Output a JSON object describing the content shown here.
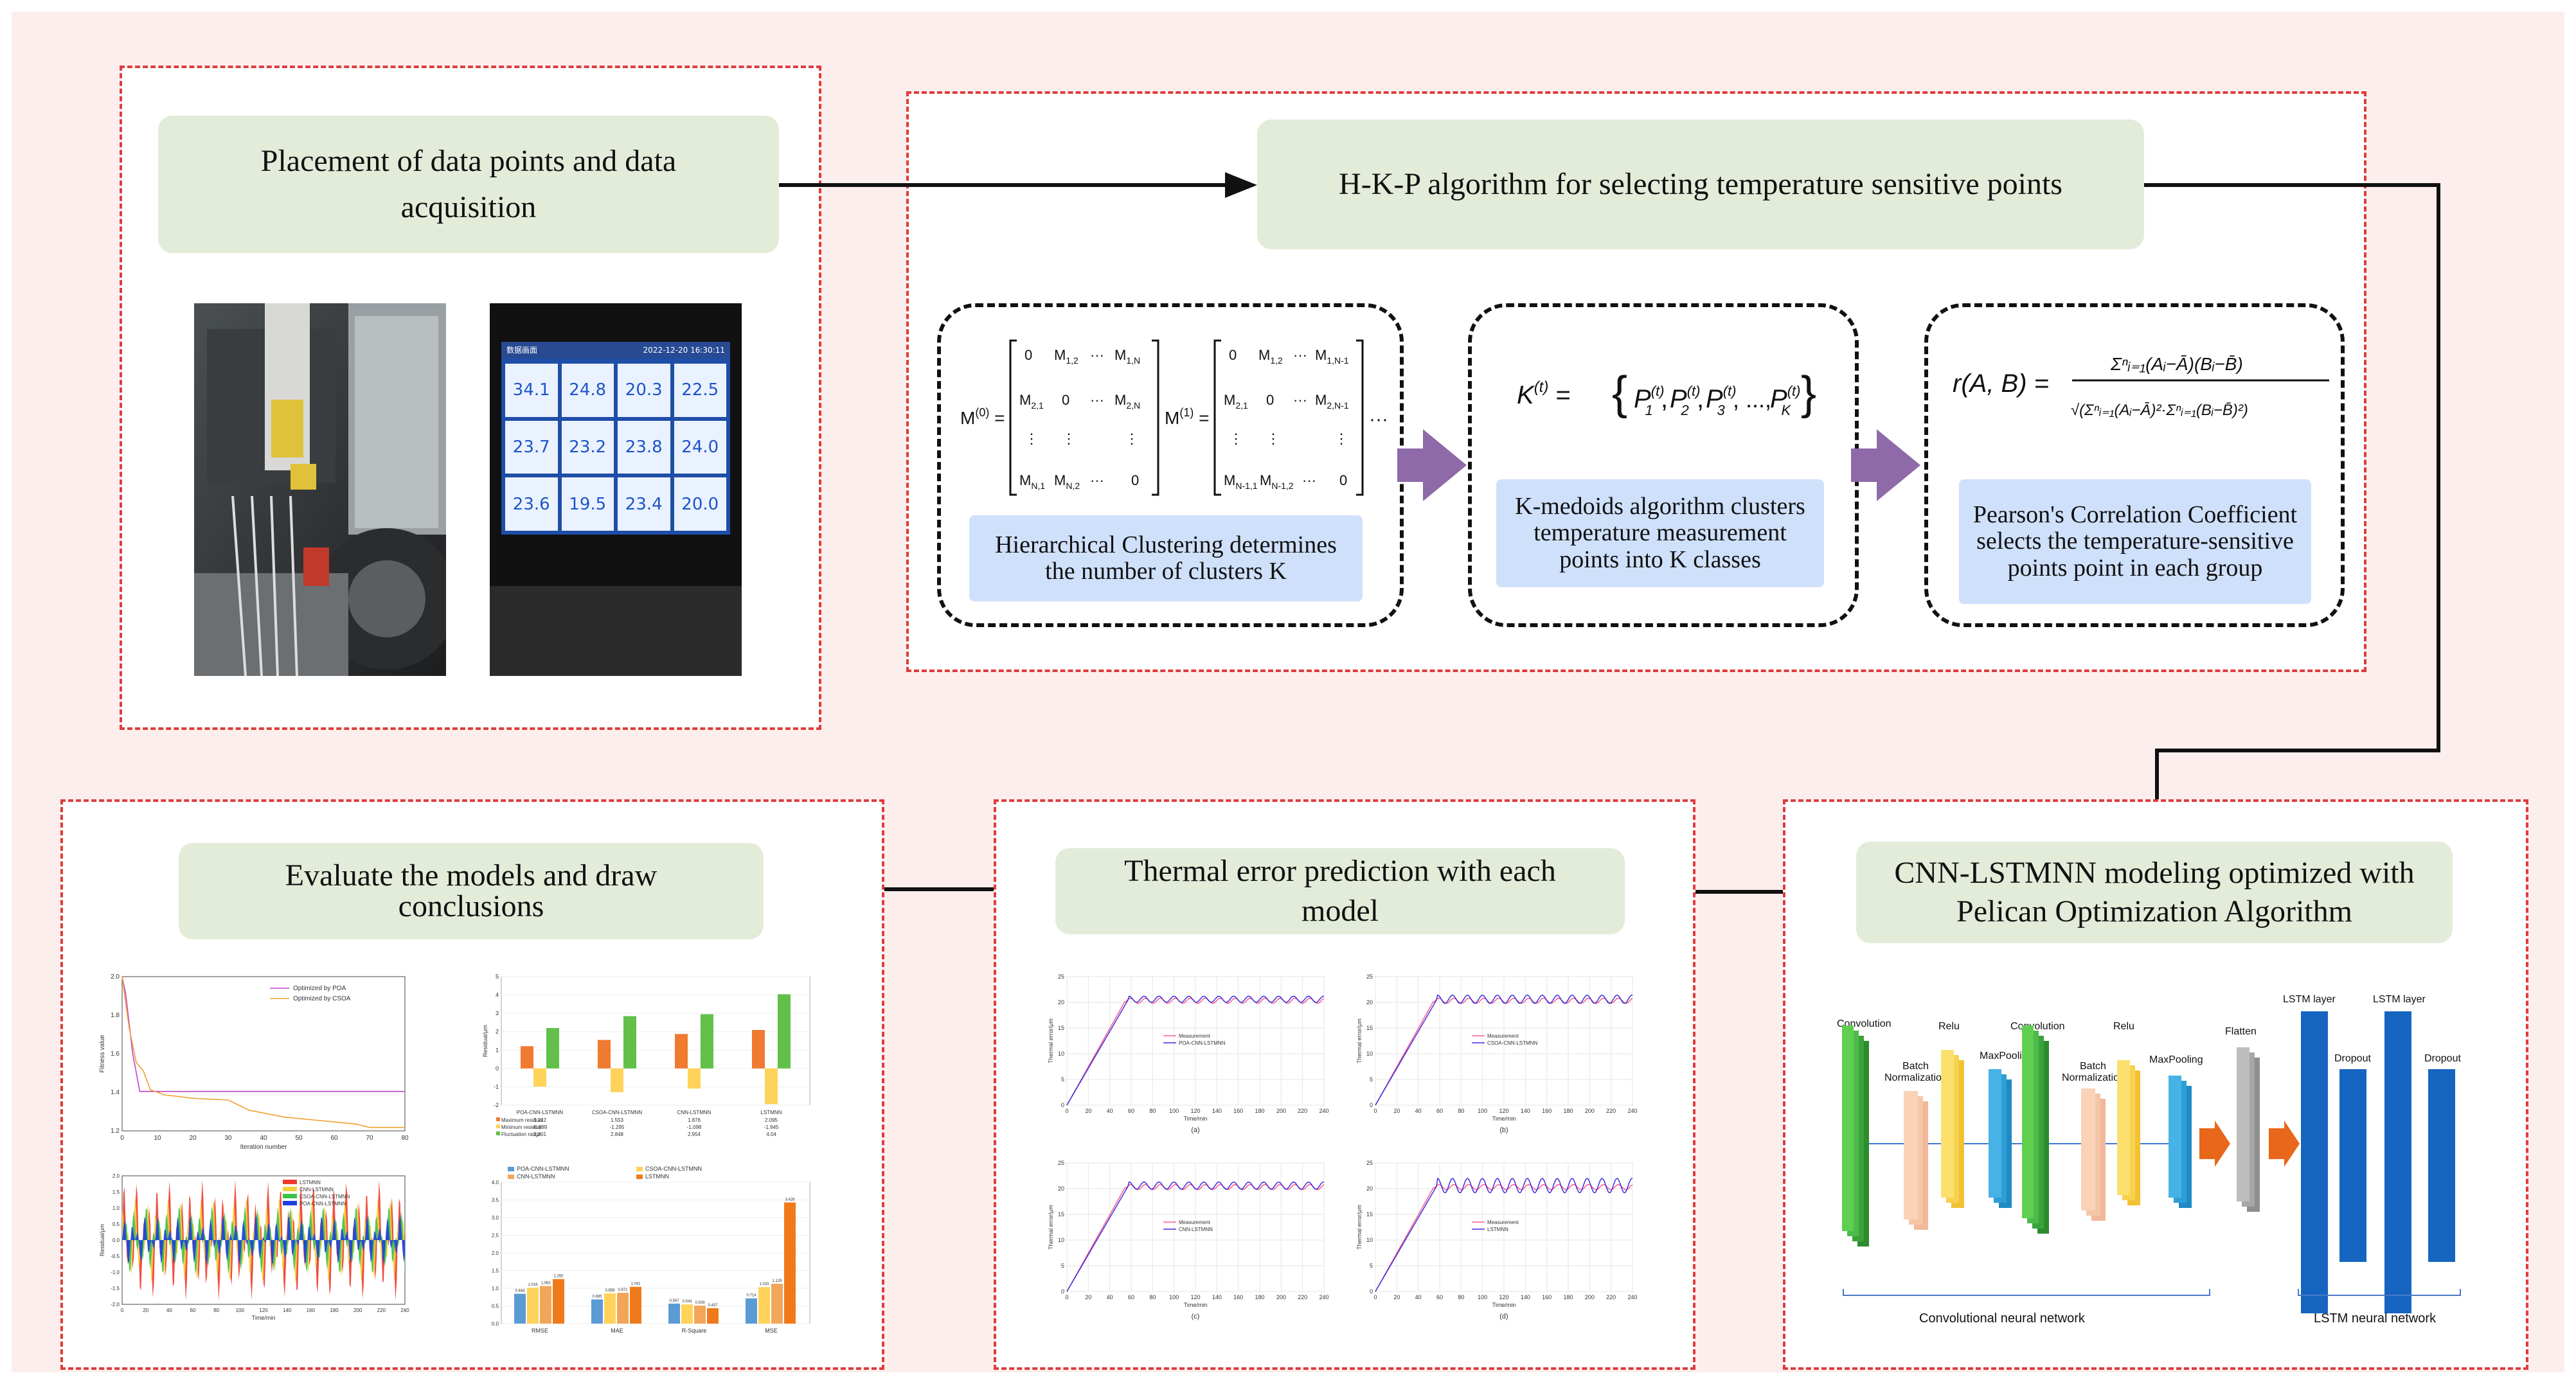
{
  "stage1": {
    "title_line1": "Placement of data points and data",
    "title_line2": "acquisition",
    "screen": {
      "header_left": "数据画面",
      "header_right": "2022-12-20 16:30:11",
      "readings": [
        "34.1",
        "24.8",
        "20.3",
        "22.5",
        "23.7",
        "23.2",
        "23.8",
        "24.0",
        "23.6",
        "19.5",
        "23.4",
        "20.0"
      ]
    }
  },
  "stage2": {
    "title": "H-K-P algorithm for selecting temperature sensitive points",
    "hierarchical": {
      "m0_label": "M",
      "m0_sup": "(0)",
      "m1_sup": "(1)",
      "ellipsis": "···",
      "caption": "Hierarchical Clustering determines the number of clusters K"
    },
    "kmedoids": {
      "formula": "K(t) = {P1(t), P2(t), P3(t), ..., PK(t)}",
      "caption": "K-medoids algorithm clusters temperature measurement points into K classes"
    },
    "pearson": {
      "lhs": "r(A, B) =",
      "numerator": "Σⁿᵢ₌₁(Aᵢ−Ā)(Bᵢ−B̄)",
      "denominator": "√(Σⁿᵢ₌₁(Aᵢ−Ā)²·Σⁿᵢ₌₁(Bᵢ−B̄)²)",
      "caption": "Pearson's Correlation Coefficient selects the temperature-sensitive points point in each group"
    }
  },
  "stage3": {
    "title_line1": "CNN-LSTMNN modeling optimized with",
    "title_line2": "Pelican Optimization Algorithm",
    "layers": {
      "conv1": "Convolution",
      "relu1": "Relu",
      "bn1_line1": "Batch",
      "bn1_line2": "Normalization",
      "pool1": "MaxPooling",
      "conv2": "Convolution",
      "relu2": "Relu",
      "bn2_line1": "Batch",
      "bn2_line2": "Normalization",
      "pool2": "MaxPooling",
      "flatten": "Flatten",
      "lstm1": "LSTM layer",
      "dropout1": "Dropout",
      "lstm2": "LSTM layer",
      "dropout2": "Dropout"
    },
    "cnn_label": "Convolutional neural network",
    "lstm_label": "LSTM neural network"
  },
  "stage4": {
    "title_line1": "Thermal error prediction with each",
    "title_line2": "model",
    "xlabel": "Time/min",
    "ylabel": "Thermal error/μm",
    "x_ticks": [
      "0",
      "20",
      "40",
      "60",
      "80",
      "100",
      "120",
      "140",
      "160",
      "180",
      "200",
      "220",
      "240"
    ],
    "y_ticks": [
      "0",
      "5",
      "10",
      "15",
      "20",
      "25"
    ],
    "plots": [
      {
        "tag": "(a)",
        "legend": [
          "Measurement",
          "POA-CNN-LSTMNN"
        ]
      },
      {
        "tag": "(b)",
        "legend": [
          "Measurement",
          "CSOA-CNN-LSTMNN"
        ]
      },
      {
        "tag": "(c)",
        "legend": [
          "Measurement",
          "CNN-LSTMNN"
        ]
      },
      {
        "tag": "(d)",
        "legend": [
          "Measurement",
          "LSTMNN"
        ]
      }
    ]
  },
  "stage5": {
    "title_line1": "Evaluate the models and draw",
    "title_line2": "conclusions",
    "convergence": {
      "xlabel": "Iteration number",
      "ylabel": "Fitness value",
      "x_ticks": [
        "0",
        "10",
        "20",
        "30",
        "40",
        "50",
        "60",
        "70",
        "80"
      ],
      "y_ticks": [
        "1.2",
        "1.4",
        "1.6",
        "1.8",
        "2.0"
      ],
      "legend": [
        "Optimized by POA",
        "Optimized by CSOA"
      ]
    },
    "residual_bars": {
      "ylabel": "Residual/μm",
      "y_ticks": [
        "-2",
        "-1",
        "0",
        "1",
        "2",
        "3",
        "4",
        "5"
      ],
      "groups": [
        "POA-CNN-LSTMNN",
        "CSOA-CNN-LSTMNN",
        "CNN-LSTMNN",
        "LSTMNN"
      ],
      "row_labels": [
        "Maximum residual",
        "Minimum residual",
        "Fluctuation range"
      ],
      "table": [
        [
          "1.212",
          "1.553",
          "1.876",
          "2.095"
        ],
        [
          "-0.989",
          "-1.295",
          "-1.098",
          "-1.945"
        ],
        [
          "2.201",
          "2.848",
          "2.954",
          "4.04"
        ]
      ]
    },
    "residual_series": {
      "xlabel": "Time/min",
      "ylabel": "Residual/μm",
      "legend": [
        "LSTMNN",
        "CNN-LSTMNN",
        "CSOA-CNN-LSTMNN",
        "POA-CNN-LSTMNN"
      ],
      "x_ticks": [
        "0",
        "20",
        "40",
        "60",
        "80",
        "100",
        "120",
        "140",
        "160",
        "180",
        "200",
        "220",
        "240"
      ],
      "y_ticks": [
        "-2.0",
        "-1.5",
        "-1.0",
        "-0.5",
        "0.0",
        "0.5",
        "1.0",
        "1.5",
        "2.0"
      ]
    },
    "metrics": {
      "legend": [
        "POA-CNN-LSTMNN",
        "CSOA-CNN-LSTMNN",
        "CNN-LSTMNN",
        "LSTMNN"
      ],
      "categories": [
        "RMSE",
        "MAE",
        "R-Square",
        "MSE"
      ],
      "y_ticks": [
        "0.0",
        "0.5",
        "1.0",
        "1.5",
        "2.0",
        "2.5",
        "3.0",
        "3.5",
        "4.0"
      ],
      "values": [
        [
          0.844,
          1.016,
          1.063,
          1.26
        ],
        [
          0.685,
          0.858,
          0.871,
          1.041
        ],
        [
          0.567,
          0.543,
          0.509,
          0.437
        ],
        [
          0.714,
          1.033,
          1.129,
          3.428
        ]
      ]
    }
  },
  "colors": {
    "background": "#fdeeee",
    "panel_border": "#e03b3b",
    "green_box": "#e3ecd9",
    "blue_box": "#cfe0fb",
    "purple_arrow": "#8e6aa8",
    "measurement_line": "#ff5a8a",
    "prediction_line": "#3b2fe0",
    "orange_arrow": "#e8671a",
    "lstm_blue": "#1565c0"
  }
}
